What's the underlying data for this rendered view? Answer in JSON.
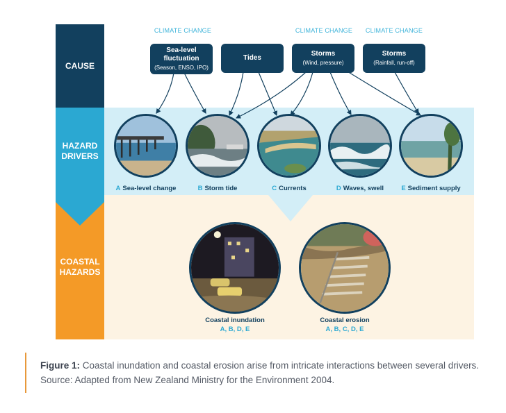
{
  "bands": {
    "cause": "CAUSE",
    "drivers": "HAZARD\nDRIVERS",
    "hazards": "COASTAL\nHAZARDS"
  },
  "climate_change_labels": [
    "CLIMATE CHANGE",
    "CLIMATE CHANGE",
    "CLIMATE CHANGE"
  ],
  "causes": [
    {
      "title": "Sea-level\nfluctuation",
      "sub": "(Season, ENSO, IPO)"
    },
    {
      "title": "Tides",
      "sub": ""
    },
    {
      "title": "Storms",
      "sub": "(Wind, pressure)"
    },
    {
      "title": "Storms",
      "sub": "(Rainfall, run-off)"
    }
  ],
  "drivers": [
    {
      "letter": "A",
      "label": "Sea-level change"
    },
    {
      "letter": "B",
      "label": "Storm tide"
    },
    {
      "letter": "C",
      "label": "Currents"
    },
    {
      "letter": "D",
      "label": "Waves, swell"
    },
    {
      "letter": "E",
      "label": "Sediment supply"
    }
  ],
  "hazards": [
    {
      "title": "Coastal inundation",
      "codes": "A, B, D, E"
    },
    {
      "title": "Coastal erosion",
      "codes": "A, B, C, D, E"
    }
  ],
  "caption": {
    "label": "Figure 1:",
    "text": " Coastal inundation and coastal erosion arise from intricate interactions between several drivers. Source: Adapted from New Zealand Ministry for the Environment 2004."
  },
  "colors": {
    "navy": "#12405e",
    "blue": "#2ba8d2",
    "orange": "#f49a27",
    "light_blue_bg": "#d3eef7",
    "cream_bg": "#fdf3e3",
    "caption_accent": "#e8983a"
  }
}
